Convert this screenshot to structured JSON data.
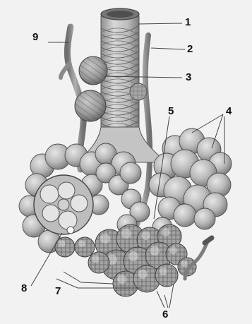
{
  "labels": [
    "1",
    "2",
    "3",
    "4",
    "5",
    "6",
    "7",
    "8",
    "9"
  ],
  "colors": {
    "background": "#f2f2f2",
    "tissue_light": "#cfcfcf",
    "tissue_mid": "#a9a9a9",
    "tissue_dark": "#6c6c6c",
    "outline": "#4a4a4a",
    "leader_line": "#444444"
  }
}
